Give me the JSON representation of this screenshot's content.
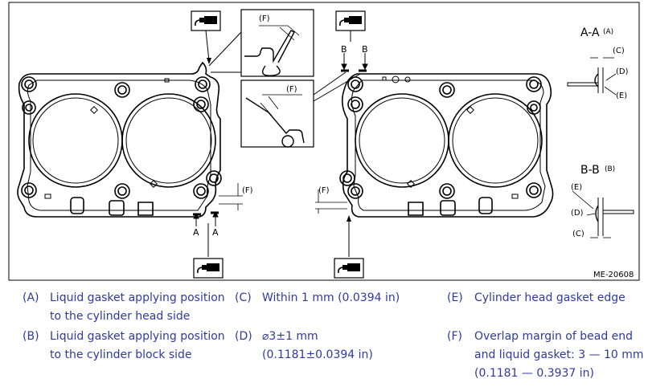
{
  "figure": {
    "ref_code": "ME-20608",
    "section_aa_title": "A-A",
    "section_aa_sub": "(A)",
    "section_bb_title": "B-B",
    "section_bb_sub": "(B)",
    "label_A": "A",
    "label_B": "B",
    "label_C": "(C)",
    "label_D": "(D)",
    "label_E": "(E)",
    "label_F": "(F)"
  },
  "legend": [
    {
      "key": "(A)",
      "lines": [
        "Liquid gasket applying position",
        "to the cylinder head side"
      ]
    },
    {
      "key": "(B)",
      "lines": [
        "Liquid gasket applying position",
        "to the cylinder block side"
      ]
    },
    {
      "key": "(C)",
      "lines": [
        "Within 1 mm (0.0394 in)"
      ]
    },
    {
      "key": "(D)",
      "lines": [
        "⌀3±1 mm",
        "(0.1181±0.0394 in)"
      ]
    },
    {
      "key": "(E)",
      "lines": [
        "Cylinder head gasket edge"
      ]
    },
    {
      "key": "(F)",
      "lines": [
        "Overlap margin of bead end",
        "and liquid gasket: 3 — 10 mm",
        "(0.1181 — 0.3937 in)"
      ]
    }
  ],
  "colors": {
    "legend_text": "#2e3a9f",
    "line": "#000000"
  }
}
